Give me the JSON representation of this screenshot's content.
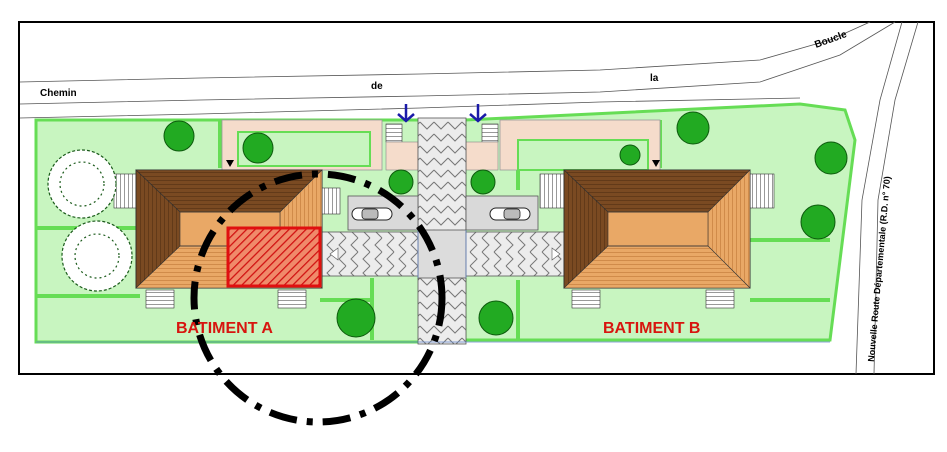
{
  "street": {
    "word1": "Chemin",
    "word2": "de",
    "word3": "la",
    "word4": "Boucle"
  },
  "route": {
    "label": "Nouvelle Route Départementale (R.D. n° 70)"
  },
  "buildings": {
    "a_label": "BATIMENT A",
    "b_label": "BATIMENT B"
  },
  "colors": {
    "lawn": "#c8f5c0",
    "hedge": "#66dd55",
    "tree": "#22aa22",
    "roof_dark": "#7a4a22",
    "roof_light": "#e09a55",
    "paving": "#f5dccb",
    "driveway": "#d9d9d9",
    "highlight": "#e01010",
    "arrow": "#1a1aa8"
  },
  "icons": {
    "access_arrow": "arrow-down-icon",
    "car": "car-icon",
    "tree": "tree-icon",
    "focus_circle": "dashed-circle-icon"
  }
}
